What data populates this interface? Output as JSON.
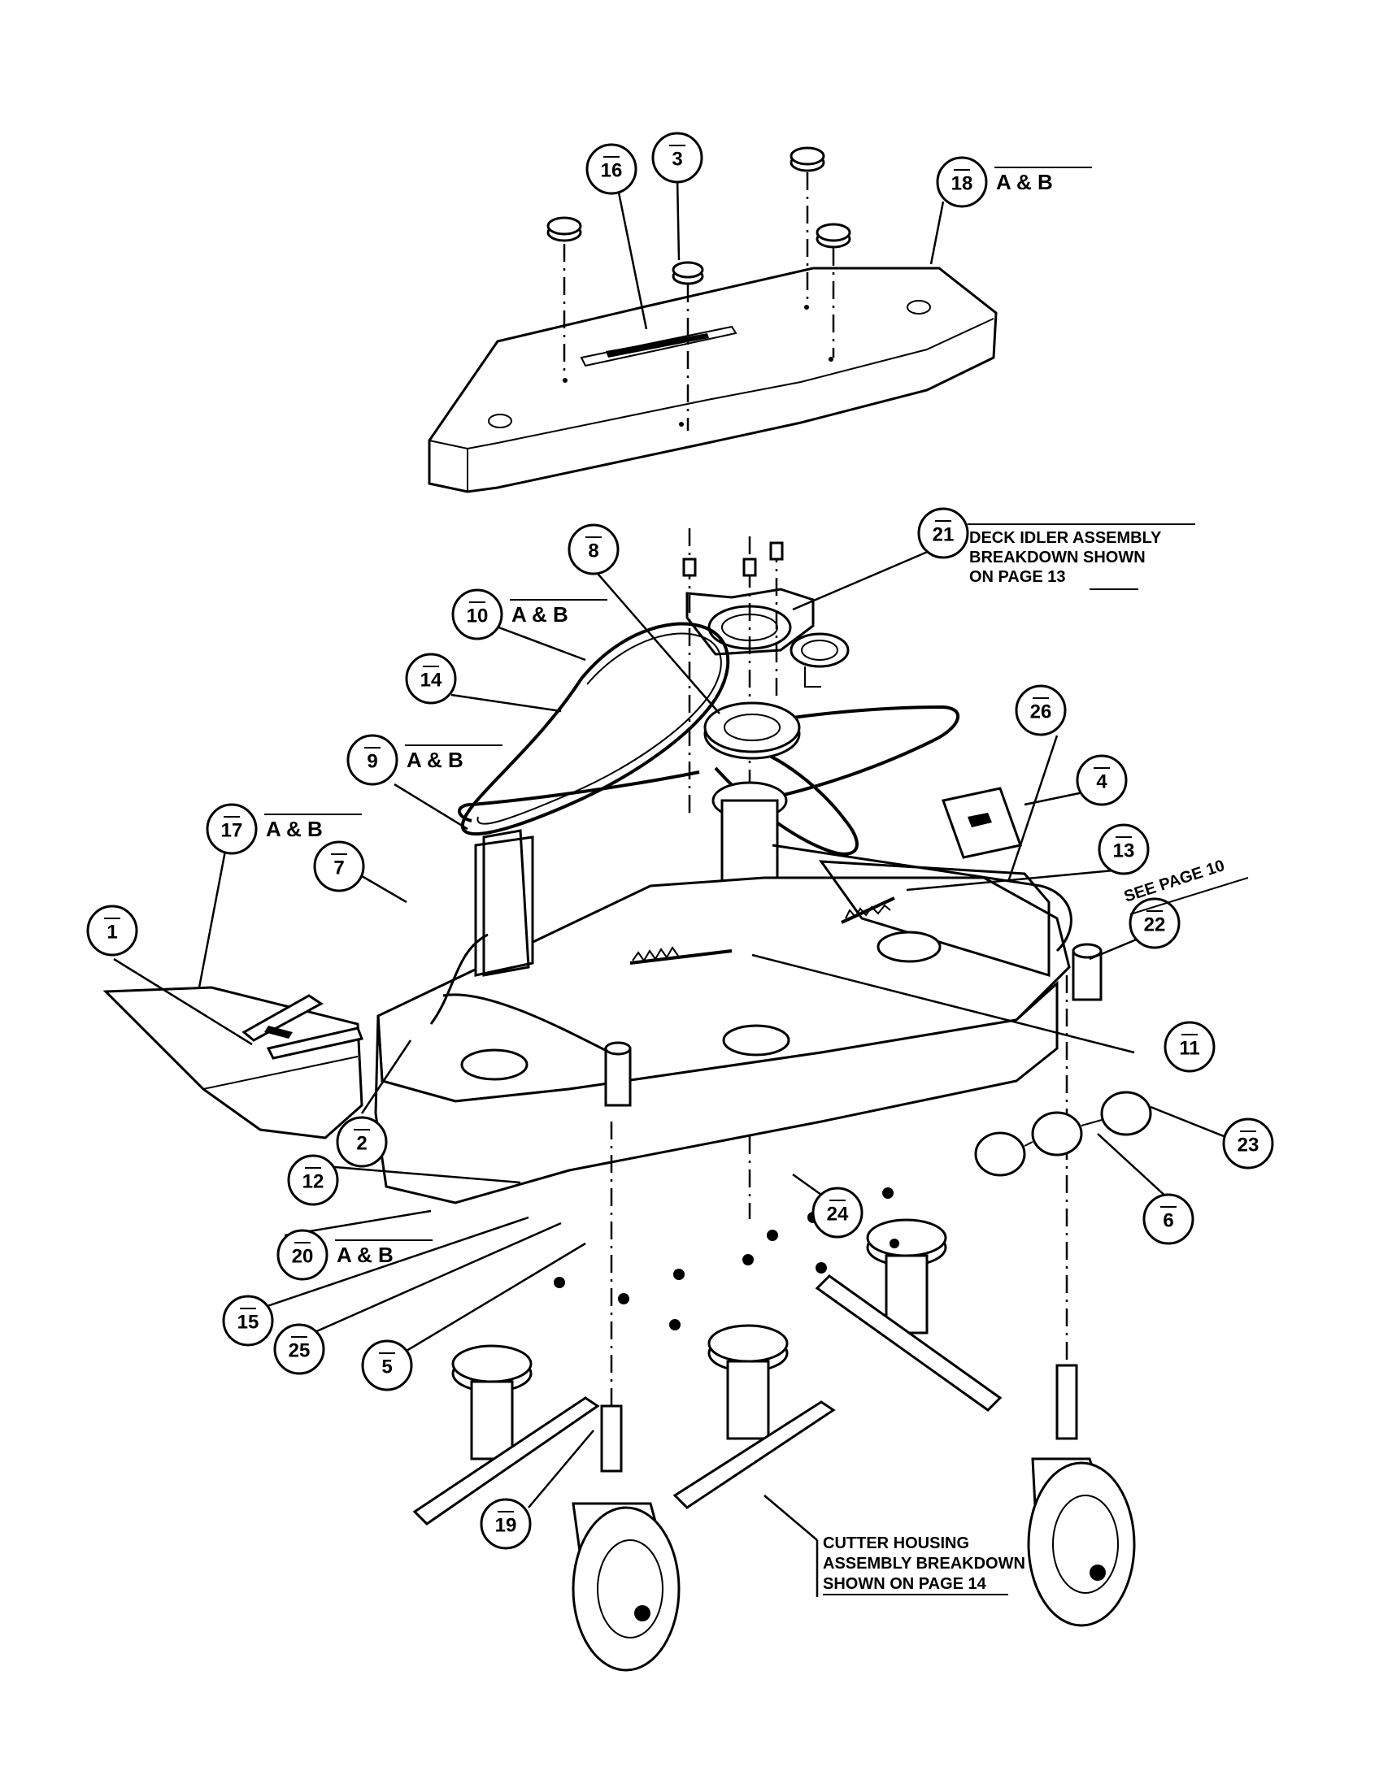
{
  "callouts": [
    {
      "id": "c1",
      "number": "1",
      "suffix": ""
    },
    {
      "id": "c2",
      "number": "2",
      "suffix": ""
    },
    {
      "id": "c3",
      "number": "3",
      "suffix": ""
    },
    {
      "id": "c4",
      "number": "4",
      "suffix": ""
    },
    {
      "id": "c5",
      "number": "5",
      "suffix": ""
    },
    {
      "id": "c6",
      "number": "6",
      "suffix": ""
    },
    {
      "id": "c7",
      "number": "7",
      "suffix": ""
    },
    {
      "id": "c8",
      "number": "8",
      "suffix": ""
    },
    {
      "id": "c9",
      "number": "9",
      "suffix": "A & B"
    },
    {
      "id": "c10",
      "number": "10",
      "suffix": "A & B"
    },
    {
      "id": "c11",
      "number": "11",
      "suffix": ""
    },
    {
      "id": "c12",
      "number": "12",
      "suffix": ""
    },
    {
      "id": "c13",
      "number": "13",
      "suffix": ""
    },
    {
      "id": "c14",
      "number": "14",
      "suffix": ""
    },
    {
      "id": "c15",
      "number": "15",
      "suffix": ""
    },
    {
      "id": "c16",
      "number": "16",
      "suffix": ""
    },
    {
      "id": "c17",
      "number": "17",
      "suffix": "A & B"
    },
    {
      "id": "c18",
      "number": "18",
      "suffix": "A & B"
    },
    {
      "id": "c19",
      "number": "19",
      "suffix": ""
    },
    {
      "id": "c20",
      "number": "20",
      "suffix": "A & B"
    },
    {
      "id": "c21",
      "number": "21",
      "suffix": ""
    },
    {
      "id": "c22",
      "number": "22",
      "suffix": ""
    },
    {
      "id": "c23",
      "number": "23",
      "suffix": ""
    },
    {
      "id": "c24",
      "number": "24",
      "suffix": ""
    },
    {
      "id": "c25",
      "number": "25",
      "suffix": ""
    },
    {
      "id": "c26",
      "number": "26",
      "suffix": ""
    }
  ],
  "notes": {
    "deck_idler": [
      "DECK IDLER ASSEMBLY",
      "BREAKDOWN SHOWN",
      "ON PAGE 13"
    ],
    "see_page": "SEE PAGE 10",
    "cutter_housing": [
      "CUTTER HOUSING",
      "ASSEMBLY BREAKDOWN",
      "SHOWN ON PAGE 14"
    ]
  }
}
